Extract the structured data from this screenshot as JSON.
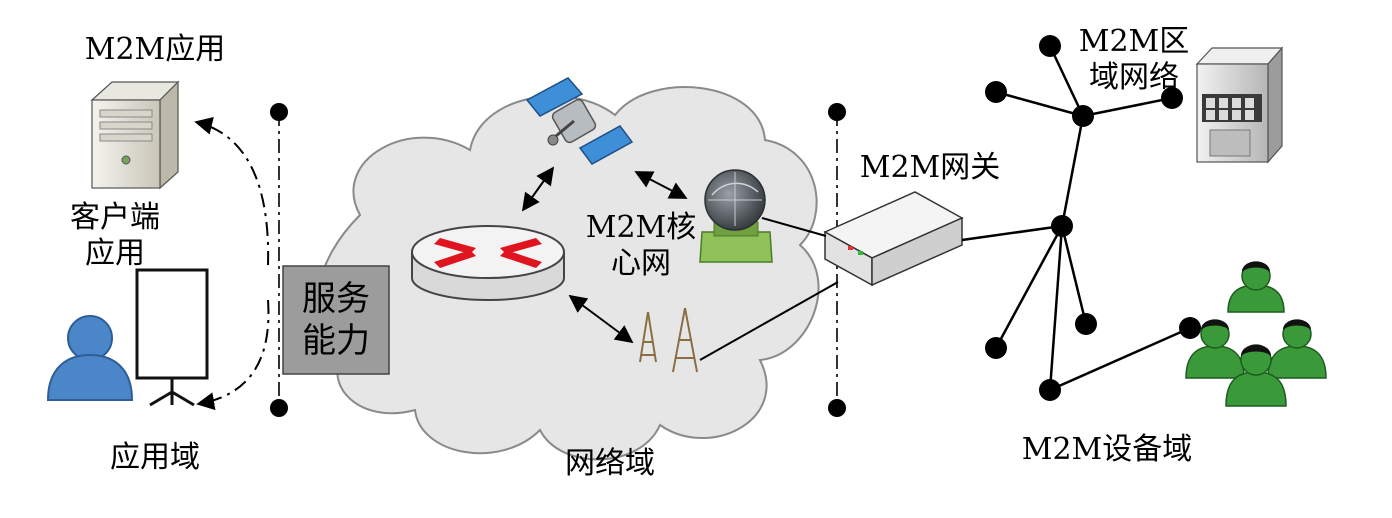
{
  "application_domain": {
    "m2m_app_label": "M2M应用",
    "client_app_label": "客户端\n应用",
    "domain_label": "应用域"
  },
  "service_capability_label": "服务\n能力",
  "network_domain": {
    "core_network_label": "M2M核\n心网",
    "domain_label": "网络域"
  },
  "gateway_label": "M2M网关",
  "device_domain": {
    "area_network_label": "M2M区\n域网络",
    "domain_label": "M2M设备域"
  },
  "colors": {
    "cloud_fill": "#e6e6e6",
    "service_box_fill": "#9c9c9c",
    "router_arrow": "#e0141e",
    "people_green": "#3a9a3a",
    "person_blue": "#4a86c8"
  }
}
